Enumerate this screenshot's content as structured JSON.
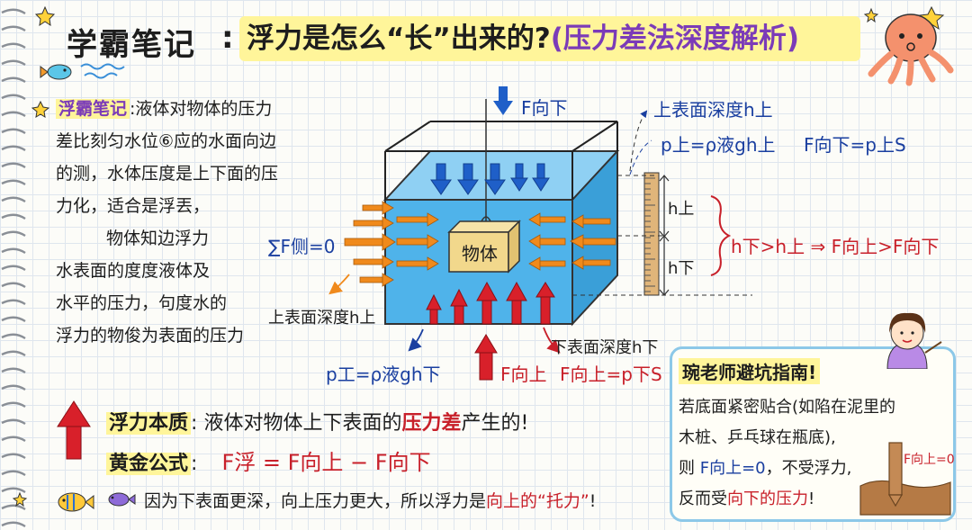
{
  "header": {
    "brand": "学霸笔记",
    "colon": ":",
    "title_main": "浮力是怎么“长”出来的?",
    "title_sub": "(压力差法深度解析)"
  },
  "note": {
    "title": "浮霸笔记",
    "colon": ":",
    "lines": [
      "液体对物体的压力",
      "差比刻匀水位⑥应的水面向边",
      "的测，水体压度是上下面的压",
      "力化，适合是浮丟，",
      "物体知边浮力",
      "水表面的度度液体及",
      "水平的压力，句度水的",
      "浮力的物俊为表面的压力"
    ]
  },
  "diagram": {
    "f_down_top": "F向下",
    "object_label": "物体",
    "sum_side": "∑F侧=0",
    "top_depth_right": "上表面深度h上",
    "p_top_formula": "p上=ρ液gh上",
    "f_down_formula": "F向下=p上S",
    "ruler_h_top": "h上",
    "ruler_h_bottom": "h下",
    "compare": "h下>h上 ⇒ F向上>F向下",
    "top_depth_left": "上表面深度h上",
    "bottom_depth": "下表面深度h下",
    "p_bottom_formula": "p工=ρ液gh下",
    "f_up_label": "F向上",
    "f_up_formula": "F向上=p下S"
  },
  "summary": {
    "essence_label": "浮力本质",
    "essence_colon": ":",
    "essence_text_1": "液体对物体上下表面的",
    "essence_highlight": "压力差",
    "essence_text_2": "产生的!",
    "formula_label": "黄金公式",
    "formula_colon": ":",
    "formula_text": "F浮 = F向上 − F向下",
    "bottom_text_1": "因为下表面更深，向上压力更大，所以浮力是",
    "bottom_highlight": "向上的“托力”",
    "bottom_text_2": "!"
  },
  "guide": {
    "title": "琬老师避坑指南!",
    "line1": "若底面紧密贴合(如陷在泥里的",
    "line2": "木桩、乒乓球在瓶底),",
    "line3_a": "则 ",
    "line3_b": "F向上=0",
    "line3_c": "，不受浮力,",
    "line4_a": "反而受",
    "line4_b": "向下的压力",
    "line4_c": "!",
    "stake_label": "F向上=0"
  },
  "colors": {
    "water": "#4fb3ea",
    "arrow_blue": "#1f5fc8",
    "arrow_orange": "#f08a1c",
    "arrow_red": "#d8202a",
    "highlight": "#fff59a",
    "accent_purple": "#7b3bb8"
  }
}
